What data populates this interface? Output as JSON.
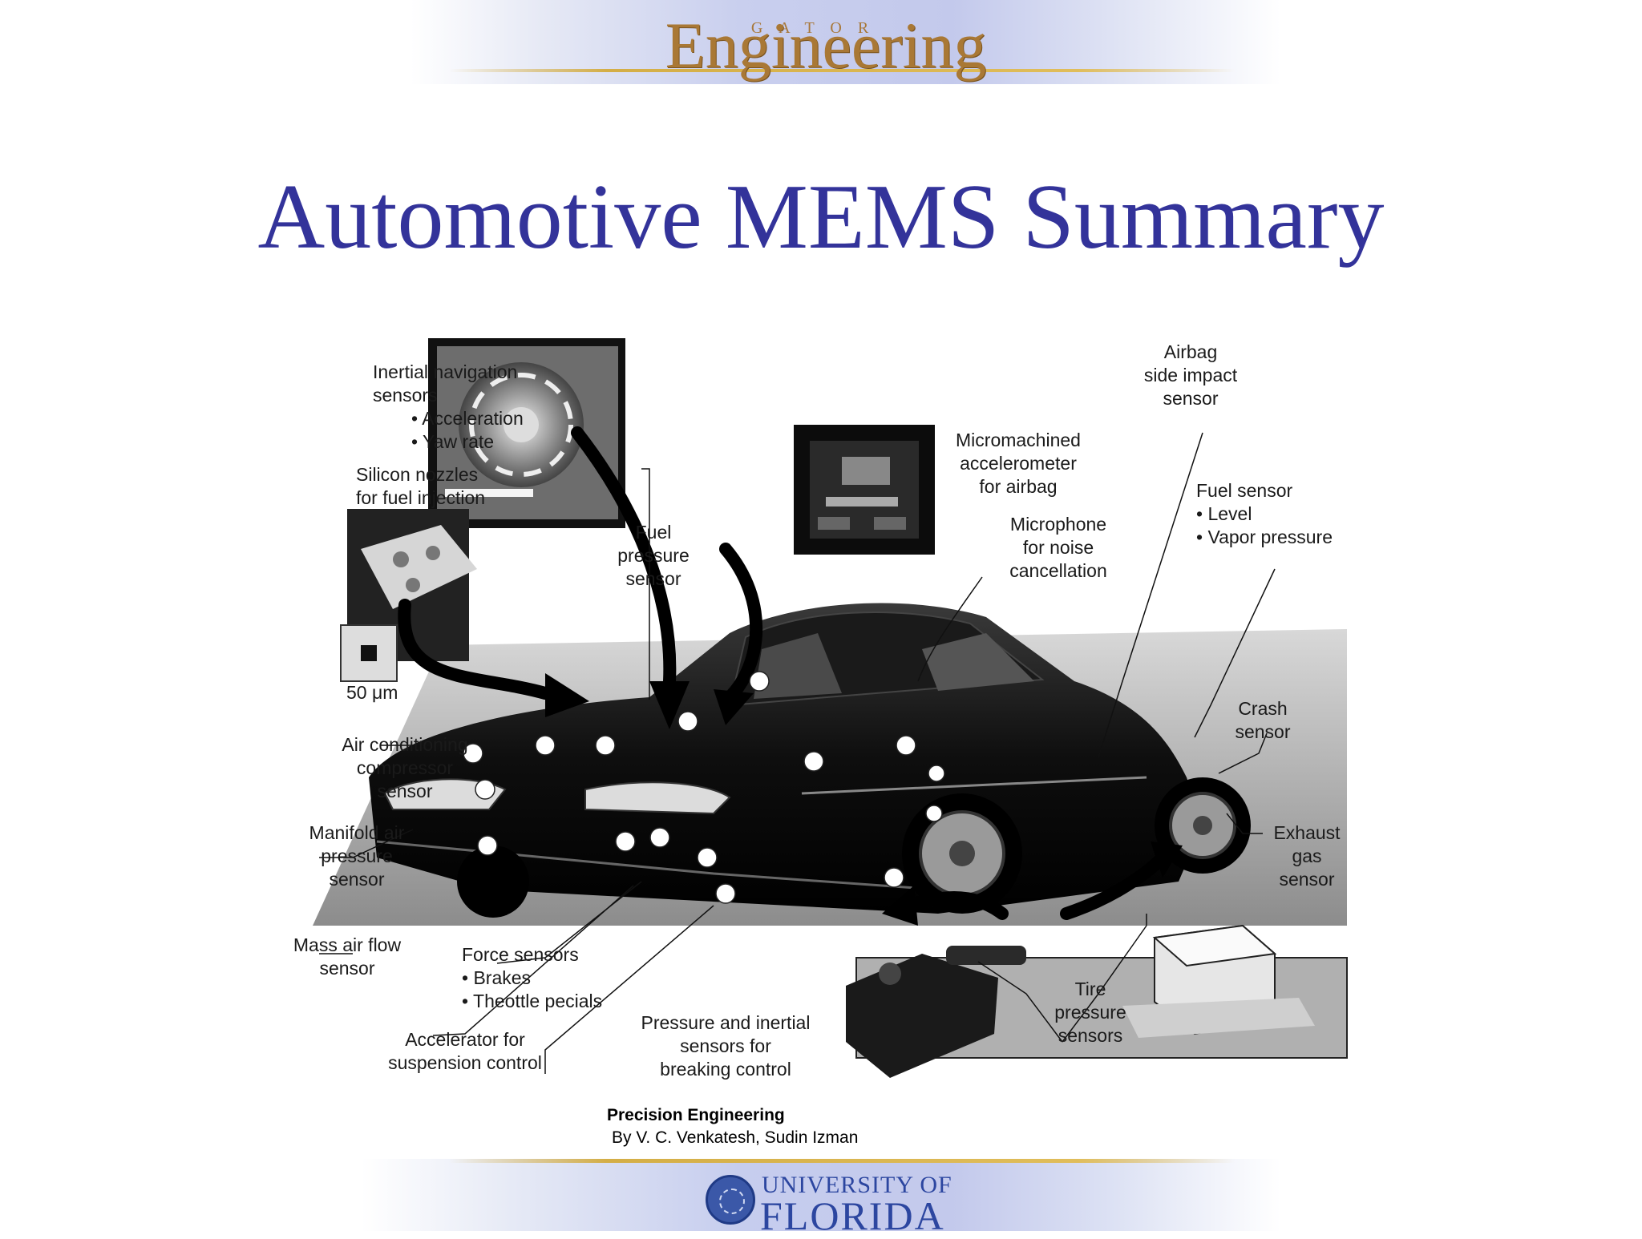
{
  "header": {
    "logo_small": "GATOR",
    "logo_large": "Engineering"
  },
  "title": "Automotive MEMS Summary",
  "labels": {
    "inertial_title": [
      "Inertial navigation",
      "sensors"
    ],
    "inertial_bullets": [
      "Acceleration",
      "Yaw rate"
    ],
    "silicon_nozzles": [
      "Silicon nozzles",
      "for fuel injection"
    ],
    "scale": "50 μm",
    "fuel_pressure": [
      "Fuel",
      "pressure",
      "sensor"
    ],
    "micro_accel": [
      "Micromachined",
      "accelerometer",
      "for airbag"
    ],
    "microphone": [
      "Microphone",
      "for noise",
      "cancellation"
    ],
    "airbag_side": [
      "Airbag",
      "side impact",
      "sensor"
    ],
    "fuel_sensor_title": "Fuel sensor",
    "fuel_sensor_bullets": [
      "Level",
      "Vapor pressure"
    ],
    "crash": [
      "Crash",
      "sensor"
    ],
    "exhaust": [
      "Exhaust",
      "gas",
      "sensor"
    ],
    "air_cond": [
      "Air conditioning",
      "compressor",
      "sensor"
    ],
    "manifold": [
      "Manifold air",
      "pressure",
      "sensor"
    ],
    "mass_air": [
      "Mass air flow",
      "sensor"
    ],
    "force_title": "Force sensors",
    "force_bullets": [
      "Brakes",
      "Theottle pecials"
    ],
    "accelerator": [
      "Accelerator for",
      "suspension control"
    ],
    "pressure_inertial": [
      "Pressure and inertial",
      "sensors for",
      "breaking control"
    ],
    "tire": [
      "Tire",
      "pressure",
      "sensors"
    ]
  },
  "credit": {
    "book": "Precision Engineering",
    "authors": "By V. C. Venkatesh, Sudin Izman"
  },
  "footer": {
    "univ": "UNIVERSITY OF",
    "florida": "FLORIDA"
  },
  "colors": {
    "title": "#33339a",
    "gold": "#d4ae46",
    "uf_blue": "#2c46a0"
  }
}
